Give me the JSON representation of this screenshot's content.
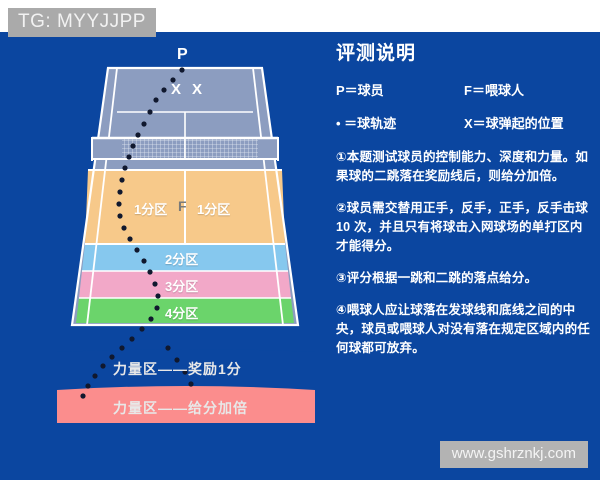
{
  "watermarks": {
    "top_left": "TG: MYYJJPP",
    "bottom_right": "www.gshrznkj.com"
  },
  "info": {
    "title": "评测说明",
    "legend": [
      {
        "left": "P＝球员",
        "right": "F＝喂球人"
      },
      {
        "left": "• ＝球轨迹",
        "right": "X＝球弹起的位置"
      }
    ],
    "paragraphs": [
      "①本题测试球员的控制能力、深度和力量。如果球的二跳落在奖励线后，则给分加倍。",
      "②球员需交替用正手，反手，正手，反手击球 10 次，并且只有将球击入网球场的单打区内才能得分。",
      "③评分根据一跳和二跳的落点给分。",
      "④喂球人应让球落在发球线和底线之间的中央，球员或喂球人对没有落在规定区域内的任何球都可放弃。"
    ]
  },
  "court": {
    "player_marker": "P",
    "feeder_marker": "F",
    "bounce_markers": [
      "X",
      "X"
    ],
    "zones": [
      {
        "name": "zone-1-left",
        "label": "1分区",
        "color": "#f7c98a"
      },
      {
        "name": "zone-1-right",
        "label": "1分区",
        "color": "#f7c98a"
      },
      {
        "name": "zone-2",
        "label": "2分区",
        "color": "#86c8ee"
      },
      {
        "name": "zone-3",
        "label": "3分区",
        "color": "#f2a8c8"
      },
      {
        "name": "zone-4",
        "label": "4分区",
        "color": "#6bd46b"
      }
    ],
    "bands": [
      {
        "name": "power-zone-bonus",
        "label": "力量区——奖励1分",
        "color": "#0b46a0"
      },
      {
        "name": "power-zone-double",
        "label": "力量区——给分加倍",
        "color": "#fb8d8d"
      }
    ],
    "surface_color": "#8c9dc0",
    "line_color": "#ffffff",
    "background_color": "#0b46a0"
  }
}
